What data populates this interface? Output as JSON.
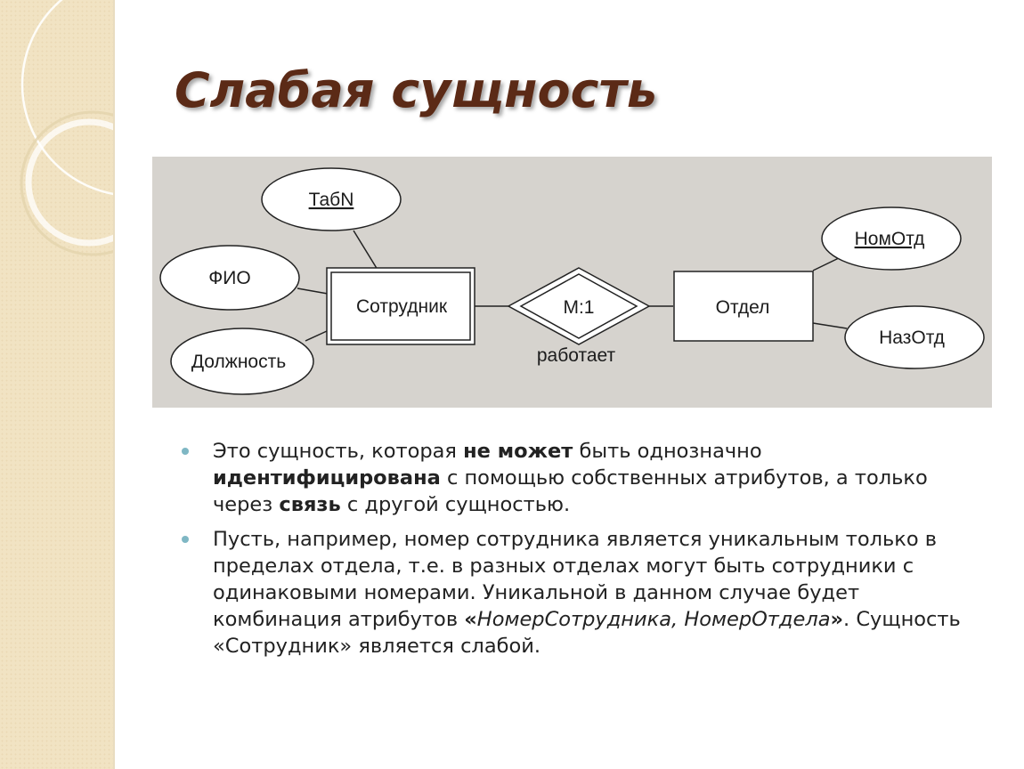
{
  "slide": {
    "title": "Слабая сущность"
  },
  "diagram": {
    "attributes_left": {
      "tabn": "ТабN",
      "fio": "ФИО",
      "position": "Должность"
    },
    "weak_entity": "Сотрудник",
    "relationship": {
      "cardinality": "М:1",
      "name": "работает"
    },
    "strong_entity": "Отдел",
    "attributes_right": {
      "dept_number": "НомОтд",
      "dept_name": "НазОтд"
    }
  },
  "bullets": [
    {
      "parts": [
        {
          "text": "Это сущность, которая ",
          "style": "normal"
        },
        {
          "text": "не может",
          "style": "bold"
        },
        {
          "text": " быть однозначно ",
          "style": "normal"
        },
        {
          "text": "идентифицирована",
          "style": "bold"
        },
        {
          "text": " с помощью собственных атрибутов, а только через ",
          "style": "normal"
        },
        {
          "text": "связь",
          "style": "bold"
        },
        {
          "text": " с другой сущностью.",
          "style": "normal"
        }
      ]
    },
    {
      "parts": [
        {
          "text": "Пусть, например, номер сотрудника является уникальным только в пределах отдела, т.е. в разных отделах могут быть сотрудники с одинаковыми номерами. Уникальной в данном случае будет комбинация атрибутов ",
          "style": "normal"
        },
        {
          "text": "«",
          "style": "bold"
        },
        {
          "text": "НомерСотрудника, НомерОтдела",
          "style": "italic"
        },
        {
          "text": "»",
          "style": "bold"
        },
        {
          "text": ". Сущность «Сотрудник» является слабой.",
          "style": "normal"
        }
      ]
    }
  ]
}
